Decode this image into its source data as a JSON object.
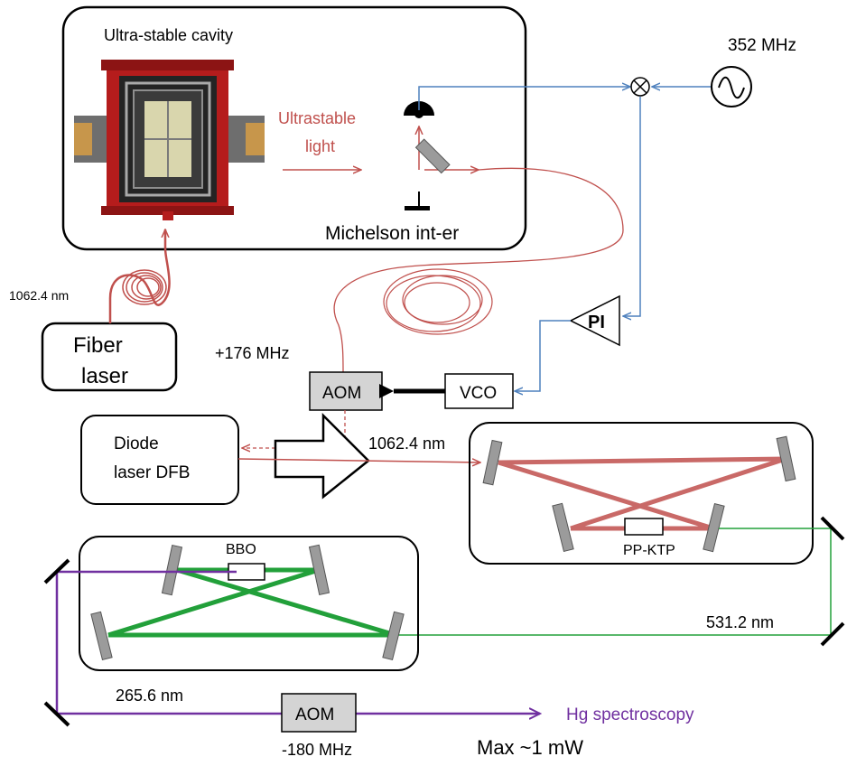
{
  "colors": {
    "laser_red": "#c0504d",
    "red_text": "#c0504d",
    "blue": "#4f81bd",
    "green": "#22a03a",
    "purple": "#7030a0",
    "mirror": "#9b9b9b",
    "aom_fill": "#d4d4d4",
    "black": "#000000"
  },
  "labels": {
    "cavity_title": "Ultra-stable cavity",
    "ultrastable_line1": "Ultrastable",
    "ultrastable_line2": "light",
    "michelson": "Michelson int-er",
    "freq_352": "352 MHz",
    "pi": "PI",
    "fiber_wavelength": "1062.4 nm",
    "fiber_laser_line1": "Fiber",
    "fiber_laser_line2": "laser",
    "aom_shift_top": "+176 MHz",
    "aom_top": "AOM",
    "vco": "VCO",
    "diode_line1": "Diode",
    "diode_line2": "laser DFB",
    "diode_wavelength": "1062.4 nm",
    "pp_ktp": "PP-KTP",
    "bbo": "BBO",
    "green_wavelength": "531.2 nm",
    "uv_wavelength": "265.6 nm",
    "aom_bottom": "AOM",
    "aom_shift_bottom": "-180 MHz",
    "hg_spectroscopy": "Hg spectroscopy",
    "max_power": "Max ~1 mW"
  },
  "icons": [
    "mixer-icon",
    "oscillator-icon",
    "photodetector-icon",
    "beam-splitter-icon",
    "cavity-image-icon"
  ]
}
